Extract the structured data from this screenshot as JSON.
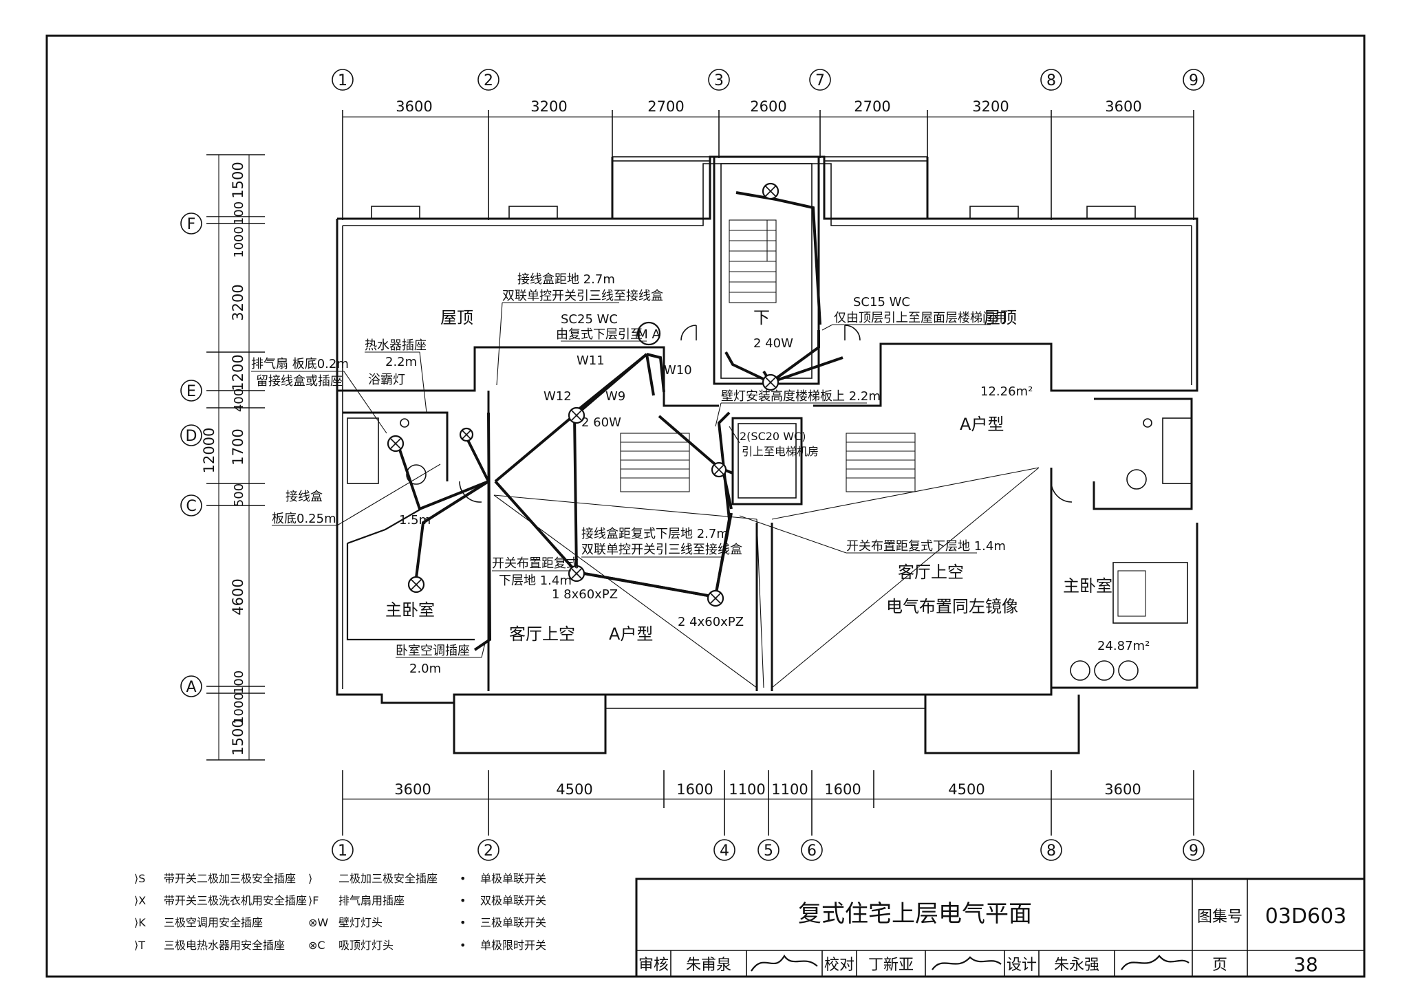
{
  "axes_top": [
    "1",
    "2",
    "3",
    "7",
    "8",
    "9"
  ],
  "axes_bottom": [
    "1",
    "2",
    "4",
    "5",
    "6",
    "8",
    "9"
  ],
  "axes_left": [
    "F",
    "E",
    "D",
    "C",
    "A"
  ],
  "dims_top": [
    "3600",
    "3200",
    "2700",
    "2600",
    "2700",
    "3200",
    "3600"
  ],
  "dims_bottom": [
    "3600",
    "4500",
    "1600",
    "1100",
    "1100",
    "1600",
    "4500",
    "3600"
  ],
  "dims_left": [
    "1500",
    "100",
    "1000",
    "3200",
    "1200",
    "400",
    "1700",
    "500",
    "4600",
    "100",
    "1000",
    "1500"
  ],
  "dim_total_left": "12000",
  "labels": {
    "roof_left": "屋顶",
    "roof_right": "屋顶",
    "down": "下",
    "junction_box_27": "接线盒距地 2.7m",
    "double_switch_note": "双联单控开关引三线至接线盒",
    "sc25": "SC25  WC",
    "sc25_note": "由复式下层引至",
    "sc15": "SC15  WC",
    "sc15_note": "仅由顶层引上至屋面层楼梯间用",
    "heater_socket": "热水器插座",
    "heater_h": "2.2m",
    "bath_heater": "浴霸灯",
    "exhaust": "排气扇 板底0.2m",
    "exhaust2": "留接线盒或插座",
    "w11": "W11",
    "w12": "W12",
    "w9": "W9",
    "w10": "W10",
    "lamp40": "2 40W",
    "lamp60": "2 60W",
    "wall_lamp_note": "壁灯安装高度楼梯板上 2.2m",
    "sc20": "2(SC20  WC)",
    "sc20_note": "引上至电梯机房",
    "area_right": "12.26m²",
    "unit_a_right": "A户型",
    "jbox": "接线盒",
    "jbox_h": "板底0.25m",
    "h15": "1.5m",
    "master_left": "主卧室",
    "jbox_dup": "接线盒距复式下层地 2.7m",
    "double_switch_dup": "双联单控开关引三线至接线盒",
    "switch_dup_right": "开关布置距复式下层地 1.4m",
    "switch_dup_left1": "开关布置距复式",
    "switch_dup_left2": "下层地 1.4m",
    "lamp_8x60": "1 8x60xPZ",
    "lamp_4x60": "2 4x60xPZ",
    "living_void_left": "客厅上空",
    "unit_a_left": "A户型",
    "living_void_right": "客厅上空",
    "mirror_note": "电气布置同左镜像",
    "master_right": "主卧室",
    "area_master": "24.87m²",
    "ac_socket": "卧室空调插座",
    "ac_h": "2.0m",
    "meter": "M A"
  },
  "legend": [
    {
      "sym": "⟩S",
      "text": "带开关二极加三极安全插座"
    },
    {
      "sym": "⟩X",
      "text": "带开关三极洗衣机用安全插座"
    },
    {
      "sym": "⟩K",
      "text": "三极空调用安全插座"
    },
    {
      "sym": "⟩T",
      "text": "三极电热水器用安全插座"
    },
    {
      "sym": "⟩",
      "text": "二极加三极安全插座"
    },
    {
      "sym": "⟩F",
      "text": "排气扇用插座"
    },
    {
      "sym": "⊗W",
      "text": "壁灯灯头"
    },
    {
      "sym": "⊗C",
      "text": "吸顶灯灯头"
    },
    {
      "sym": "•",
      "text": "单极单联开关"
    },
    {
      "sym": "•",
      "text": "双极单联开关"
    },
    {
      "sym": "•",
      "text": "三极单联开关"
    },
    {
      "sym": "•",
      "text": "单极限时开关"
    }
  ],
  "title_block": {
    "title": "复式住宅上层电气平面",
    "atlas_label": "图集号",
    "atlas_no": "03D603",
    "review": "审核",
    "reviewer": "朱甫泉",
    "check": "校对",
    "checker": "丁新亚",
    "design": "设计",
    "designer": "朱永强",
    "page_label": "页",
    "page_no": "38"
  }
}
